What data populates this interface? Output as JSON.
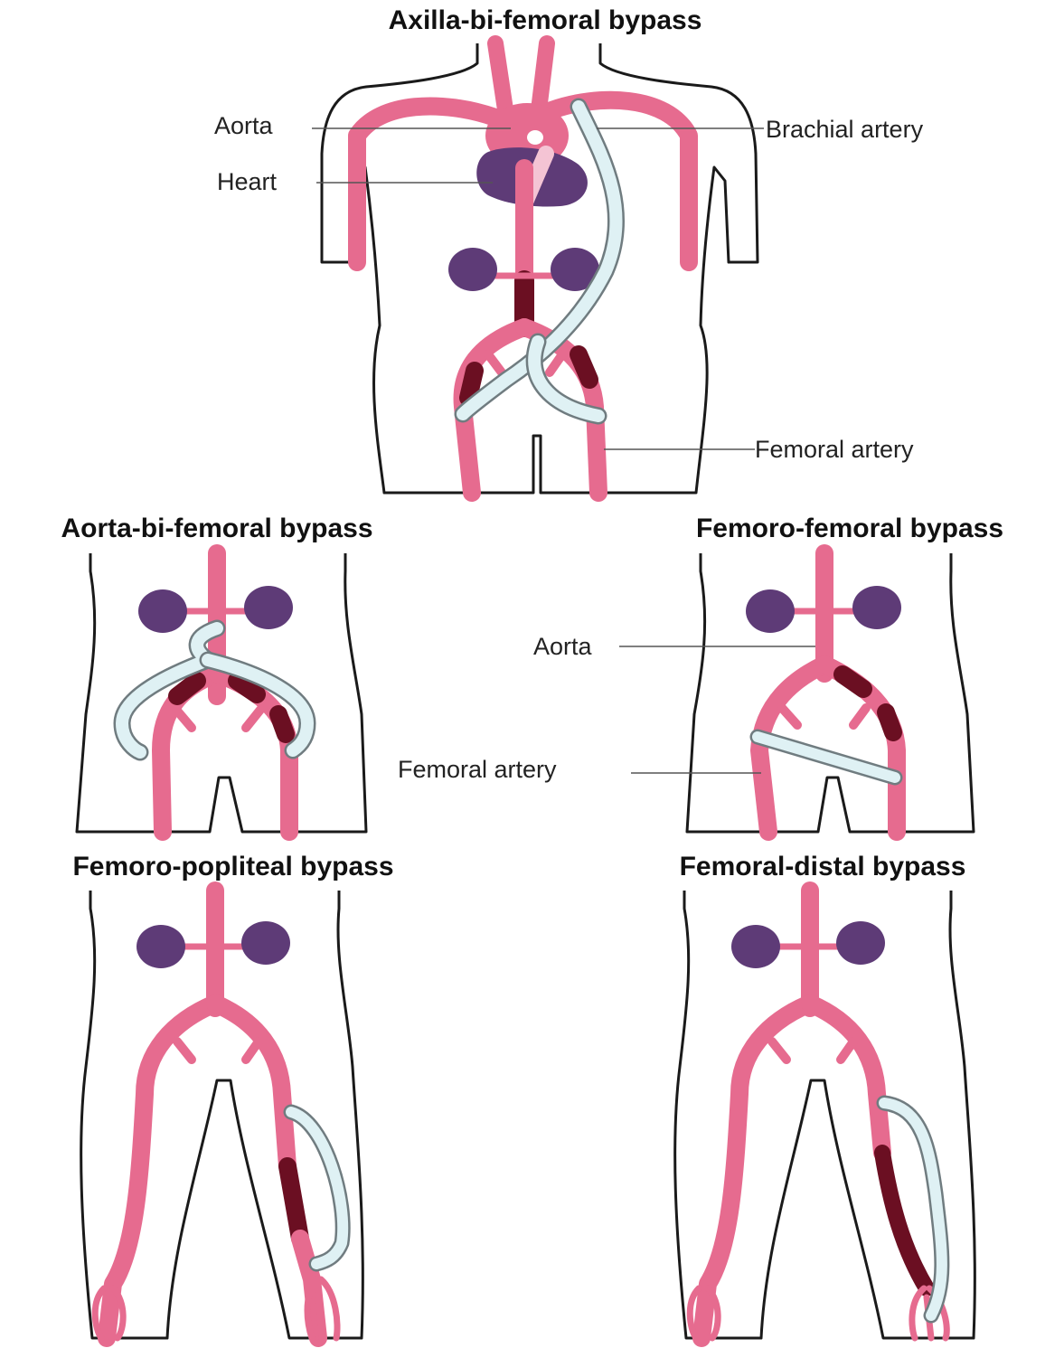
{
  "colors": {
    "artery": "#e66b8f",
    "blockage": "#6b0f22",
    "organ": "#5e3b77",
    "graft_fill": "#dff1f4",
    "graft_stroke": "#707c80",
    "outline": "#1a1a1a"
  },
  "panels": {
    "axilla": {
      "title": "Axilla-bi-femoral bypass",
      "labels": {
        "aorta": "Aorta",
        "heart": "Heart",
        "brachial": "Brachial artery",
        "femoral": "Femoral artery"
      }
    },
    "aorta_bi": {
      "title": "Aorta-bi-femoral bypass"
    },
    "femoro_femoral": {
      "title": "Femoro-femoral bypass",
      "labels": {
        "aorta": "Aorta",
        "femoral": "Femoral artery"
      }
    },
    "femoro_popliteal": {
      "title": "Femoro-popliteal bypass"
    },
    "femoral_distal": {
      "title": "Femoral-distal bypass"
    }
  }
}
